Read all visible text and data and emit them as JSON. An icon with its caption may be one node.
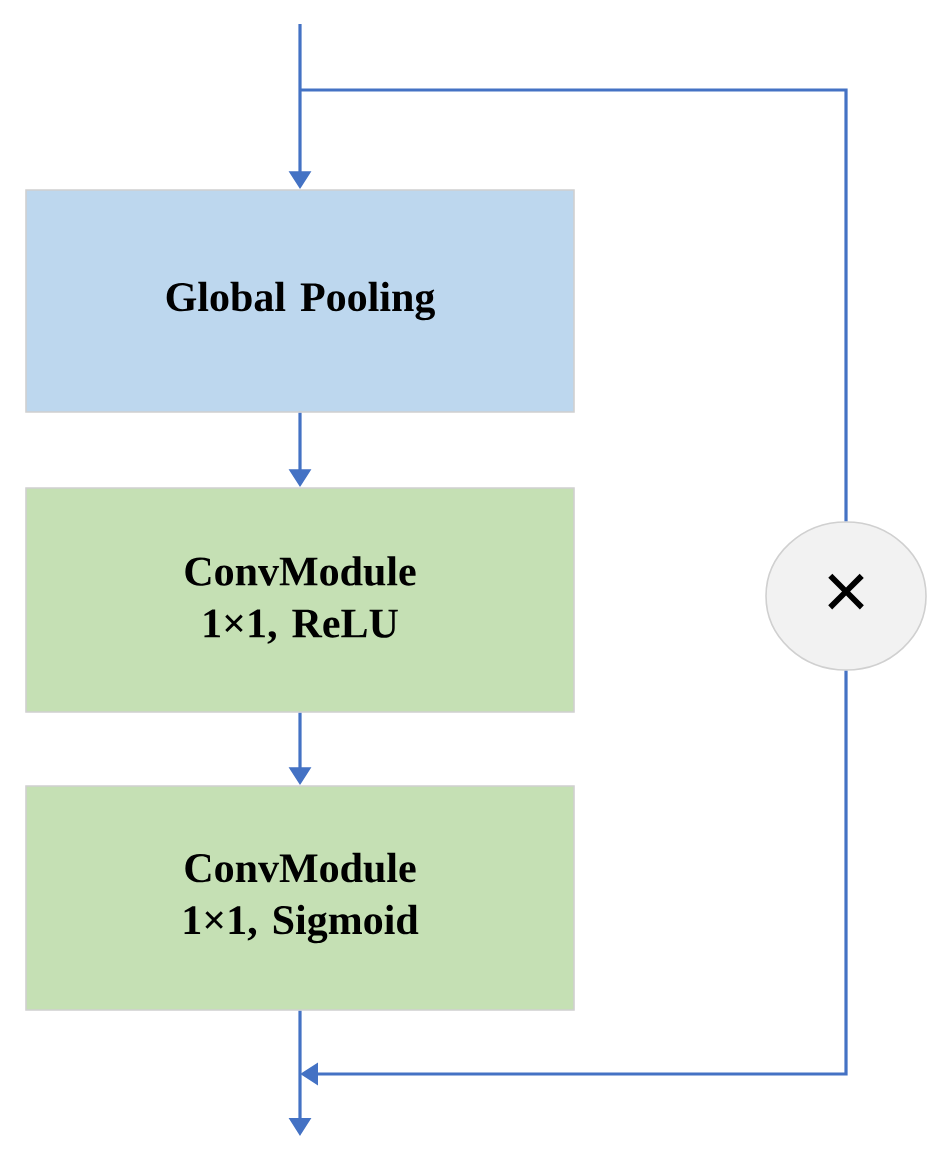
{
  "diagram": {
    "nodes": [
      {
        "text": [
          "Global Pooling"
        ]
      },
      {
        "text": [
          "ConvModule 1×1, ReLU"
        ]
      },
      {
        "text": [
          "ConvModule 1×1, Sigmoid"
        ]
      },
      {
        "text": [
          "×"
        ]
      }
    ],
    "edges": [
      {
        "from": null,
        "to": 0,
        "arrow": "to"
      },
      {
        "from": 0,
        "to": 1,
        "arrow": "to"
      },
      {
        "from": 1,
        "to": 2,
        "arrow": "to"
      },
      {
        "from": null,
        "to": 3,
        "arrow": "none"
      },
      {
        "from": 3,
        "to": null,
        "arrow": "to"
      },
      {
        "from": 2,
        "to": null,
        "arrow": "to"
      }
    ]
  }
}
